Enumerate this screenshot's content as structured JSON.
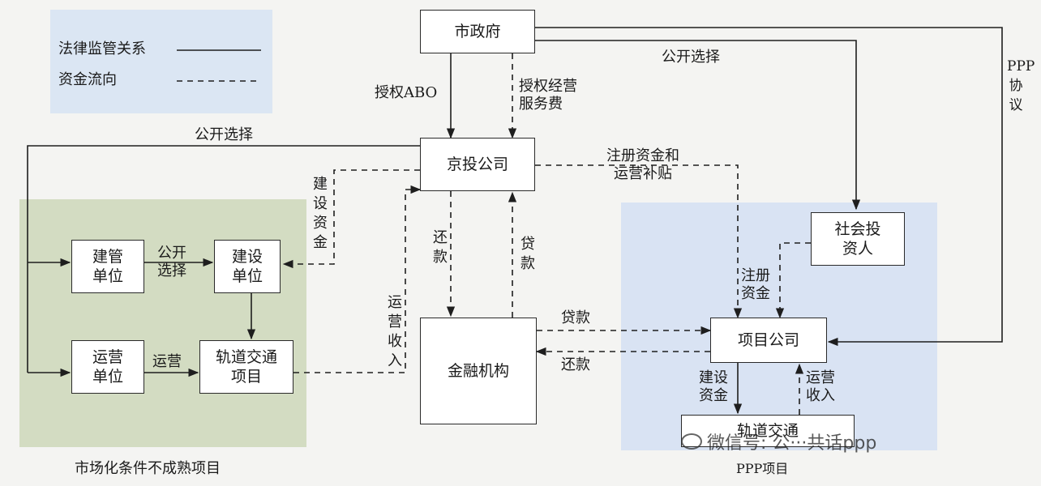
{
  "legend": {
    "legal": "法律监管关系",
    "fund": "资金流向"
  },
  "nodes": {
    "city_gov": "市政府",
    "jingtou": "京投公司",
    "finance": "金融机构",
    "social_investor": "社会投\n资人",
    "project_company": "项目公司",
    "jianguan": "建管\n单位",
    "jianshe": "建设\n单位",
    "yunying": "运营\n单位",
    "rail_left": "轨道交通\n项目",
    "rail_right": "轨道交通"
  },
  "labels": {
    "auth_abo": "授权ABO",
    "auth_fee": "授权经营\n服务费",
    "public_select_top": "公开选择",
    "public_select_left": "公开选择",
    "ppp_agreement": "PPP协议",
    "reg_capital_subsidy": "注册资金和\n运营补贴",
    "construction_fund_left": "建设资金",
    "repay_mid": "还款",
    "loan_mid": "贷款",
    "ops_income_left": "运营收入",
    "public_select_inner": "公开\n选择",
    "operate": "运营",
    "loan_right": "贷款",
    "repay_right": "还款",
    "reg_capital": "注册\n资金",
    "construction_fund_right": "建设\n资金",
    "ops_income_right": "运营\n收入"
  },
  "regions": {
    "left_title": "市场化条件不成熟项目",
    "right_title": "PPP项目"
  },
  "watermark": {
    "text": "微信号: 公···共话ppp",
    "icon": "wechat-icon"
  },
  "colors": {
    "legend_bg": "#dbe6f3",
    "left_region_bg": "#d3dcc2",
    "right_region_bg": "#d9e3f3",
    "line": "#1e1e1e"
  }
}
